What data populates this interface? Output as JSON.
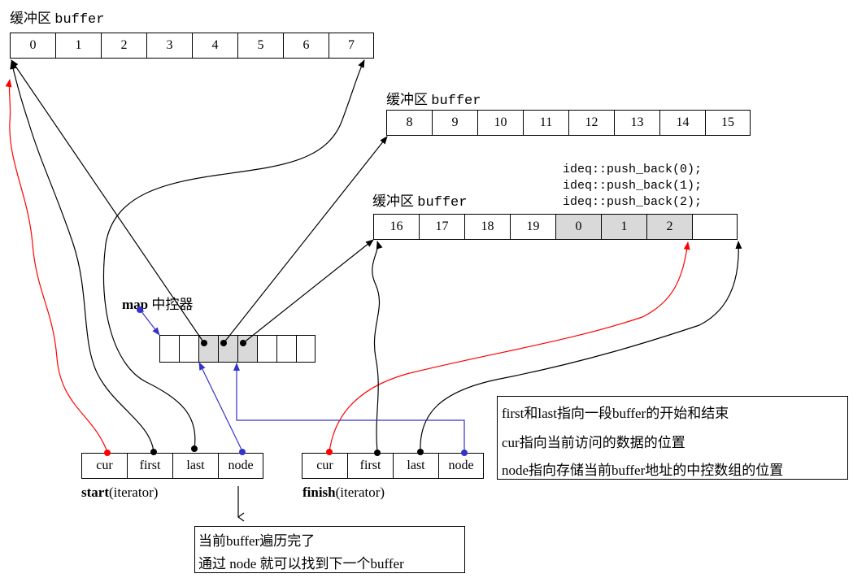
{
  "buffer_label_cn": "缓冲区",
  "buffer_label_en": "buffer",
  "buffer1": [
    "0",
    "1",
    "2",
    "3",
    "4",
    "5",
    "6",
    "7"
  ],
  "buffer2": [
    "8",
    "9",
    "10",
    "11",
    "12",
    "13",
    "14",
    "15"
  ],
  "buffer3": [
    "16",
    "17",
    "18",
    "19",
    "0",
    "1",
    "2",
    ""
  ],
  "push_lines": [
    "ideq::push_back(0);",
    "ideq::push_back(1);",
    "ideq::push_back(2);"
  ],
  "map": {
    "bold": "map",
    "label": "中控器"
  },
  "iterator_fields": [
    "cur",
    "first",
    "last",
    "node"
  ],
  "start": {
    "bold": "start",
    "label": "(iterator)"
  },
  "finish": {
    "bold": "finish",
    "label": "(iterator)"
  },
  "legend": [
    "first和last指向一段buffer的开始和结束",
    "cur指向当前访问的数据的位置",
    "node指向存储当前buffer地址的中控数组的位置"
  ],
  "note": [
    "当前buffer遍历完了",
    "通过 node 就可以找到下一个buffer"
  ],
  "colors": {
    "red": "#ff0000",
    "blue": "#3333cc",
    "black": "#000000",
    "shade": "#d9d9d9"
  }
}
